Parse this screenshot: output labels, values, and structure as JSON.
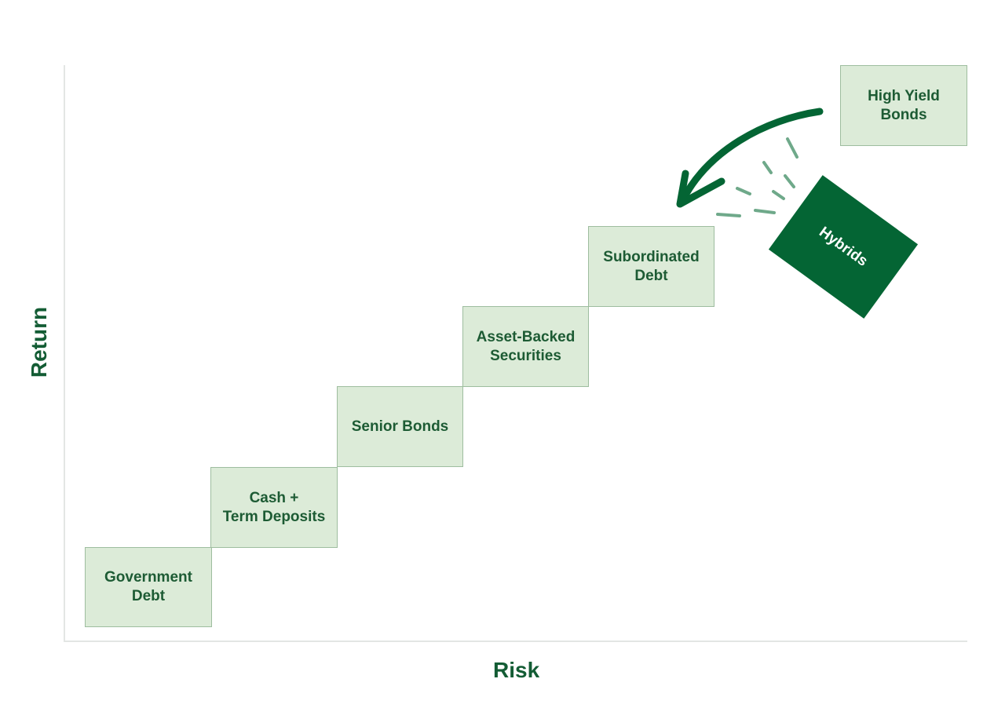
{
  "diagram": {
    "axes": {
      "y_label": "Return",
      "x_label": "Risk"
    },
    "steps": [
      {
        "label": "Government\nDebt"
      },
      {
        "label": "Cash +\nTerm Deposits"
      },
      {
        "label": "Senior Bonds"
      },
      {
        "label": "Asset-Backed\nSecurities"
      },
      {
        "label": "Subordinated\nDebt"
      },
      {
        "label": "High Yield\nBonds"
      }
    ],
    "highlight": {
      "label": "Hybrids"
    }
  },
  "colors": {
    "brand_green": "#046534",
    "text_green": "#1d5b34",
    "box_fill": "#dcebd8",
    "box_border": "#9ebd9f",
    "accent_dash": "#6fa98a",
    "axis_line": "#e3e6e4"
  }
}
